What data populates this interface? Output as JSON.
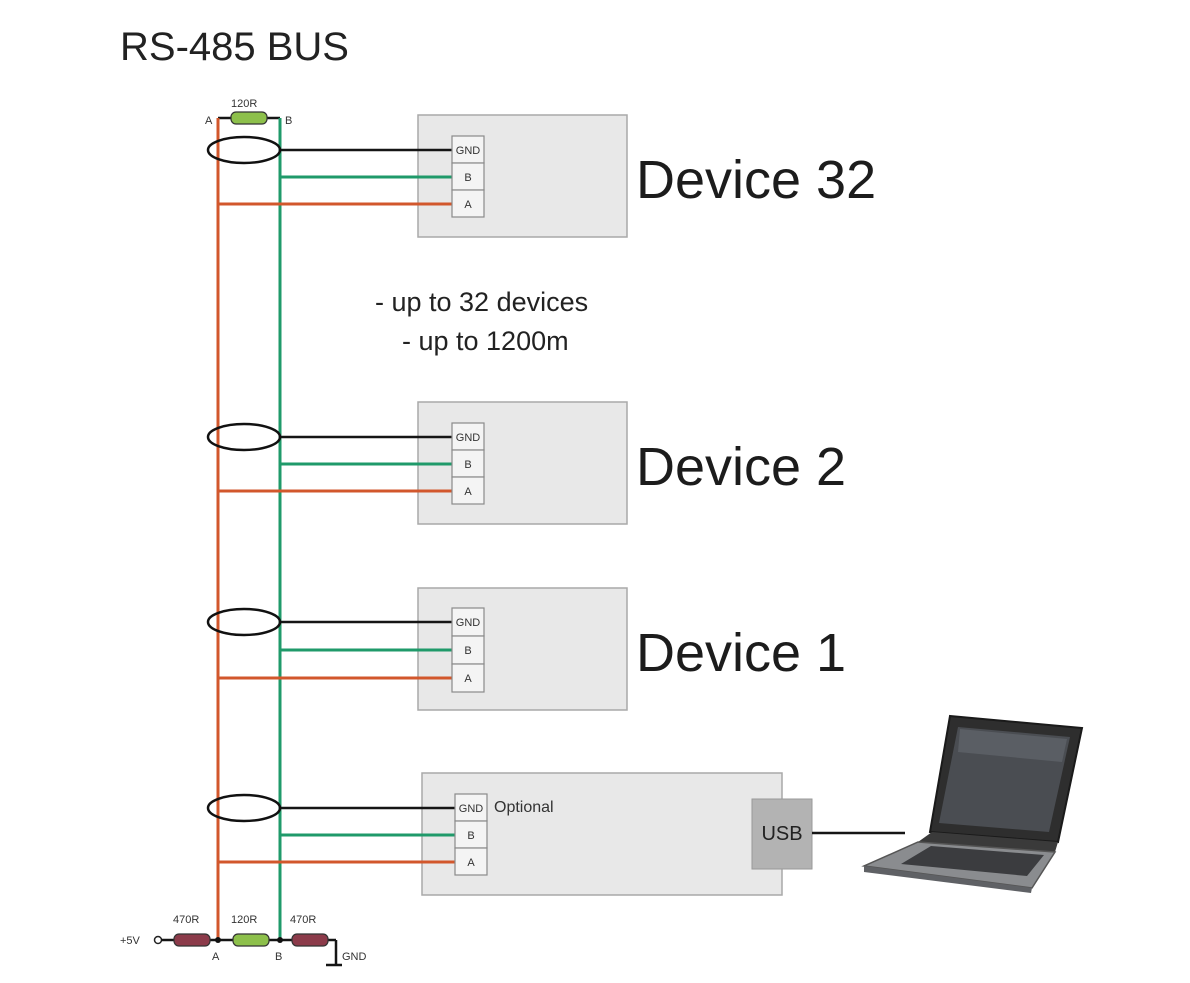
{
  "title": "RS-485 BUS",
  "top_terminator": {
    "label": "120R",
    "line_a": "A",
    "line_b": "B"
  },
  "devices": [
    {
      "id": "device-32",
      "label": "Device 32",
      "terminals": [
        "GND",
        "B",
        "A"
      ]
    },
    {
      "id": "device-2",
      "label": "Device 2",
      "terminals": [
        "GND",
        "B",
        "A"
      ]
    },
    {
      "id": "device-1",
      "label": "Device 1",
      "terminals": [
        "GND",
        "B",
        "A"
      ]
    }
  ],
  "notes": [
    "- up to 32 devices",
    "- up to 1200m"
  ],
  "converter": {
    "terminals": [
      "GND",
      "B",
      "A"
    ],
    "optional_label": "Optional",
    "usb_label": "USB"
  },
  "bias_network": {
    "supply_label": "+5V",
    "pullup": "470R",
    "terminator": "120R",
    "pulldown": "470R",
    "line_a": "A",
    "line_b": "B",
    "ground_label": "GND"
  },
  "colors": {
    "line_a": "#d2572c",
    "line_b": "#1f9a6a",
    "gnd": "#151515"
  },
  "icons": [
    "laptop-icon",
    "resistor-icon"
  ]
}
